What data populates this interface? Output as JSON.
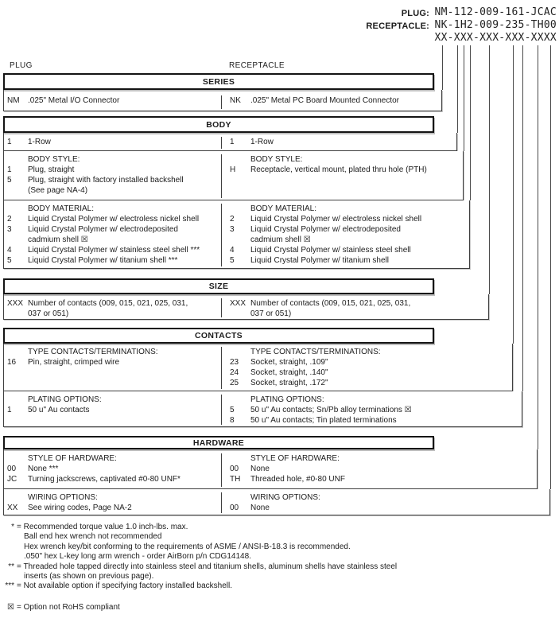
{
  "pn": {
    "plug_label": "PLUG:",
    "plug_value": "NM-112-009-161-JCAC",
    "receptacle_label": "RECEPTACLE:",
    "receptacle_value": "NK-1H2-009-235-TH00",
    "pattern": "XX-XXX-XXX-XXX-XXXX"
  },
  "labels": {
    "left_column": "PLUG",
    "right_column": "RECEPTACLE"
  },
  "series": {
    "title": "SERIES",
    "left": [
      {
        "code": "NM",
        "desc": ".025\" Metal I/O Connector"
      }
    ],
    "right": [
      {
        "code": "NK",
        "desc": ".025\" Metal PC Board Mounted Connector"
      }
    ]
  },
  "body": {
    "title": "BODY",
    "row_left": [
      {
        "code": "1",
        "desc": "1-Row"
      }
    ],
    "row_right": [
      {
        "code": "1",
        "desc": "1-Row"
      }
    ],
    "style_left": [
      {
        "code": "",
        "desc": "BODY STYLE:"
      },
      {
        "code": "1",
        "desc": "Plug, straight"
      },
      {
        "code": "5",
        "desc": "Plug, straight with factory installed backshell"
      },
      {
        "code": "",
        "desc": "(See page NA-4)"
      }
    ],
    "style_right": [
      {
        "code": "",
        "desc": "BODY STYLE:"
      },
      {
        "code": "H",
        "desc": "Receptacle, vertical mount, plated thru hole (PTH)"
      }
    ],
    "material_left": [
      {
        "code": "",
        "desc": "BODY MATERIAL:"
      },
      {
        "code": "2",
        "desc": "Liquid Crystal Polymer w/ electroless nickel shell"
      },
      {
        "code": "3",
        "desc": "Liquid Crystal Polymer w/ electrodeposited"
      },
      {
        "code": "",
        "desc": "cadmium shell  ☒"
      },
      {
        "code": "4",
        "desc": "Liquid Crystal Polymer w/ stainless steel shell ***"
      },
      {
        "code": "5",
        "desc": "Liquid Crystal Polymer w/ titanium shell ***"
      }
    ],
    "material_right": [
      {
        "code": "",
        "desc": "BODY MATERIAL:"
      },
      {
        "code": "2",
        "desc": "Liquid Crystal Polymer w/ electroless nickel shell"
      },
      {
        "code": "3",
        "desc": "Liquid Crystal Polymer w/ electrodeposited"
      },
      {
        "code": "",
        "desc": "cadmium shell  ☒"
      },
      {
        "code": "4",
        "desc": "Liquid Crystal Polymer w/ stainless steel shell"
      },
      {
        "code": "5",
        "desc": "Liquid Crystal Polymer w/ titanium shell"
      }
    ]
  },
  "size": {
    "title": "SIZE",
    "left": [
      {
        "code": "XXX",
        "desc": "Number of contacts (009, 015, 021, 025, 031,"
      },
      {
        "code": "",
        "desc": "037 or 051)"
      }
    ],
    "right": [
      {
        "code": "XXX",
        "desc": "Number of contacts (009, 015, 021, 025, 031,"
      },
      {
        "code": "",
        "desc": "037 or 051)"
      }
    ]
  },
  "contacts": {
    "title": "CONTACTS",
    "type_left": [
      {
        "code": "",
        "desc": "TYPE CONTACTS/TERMINATIONS:"
      },
      {
        "code": "16",
        "desc": "Pin, straight, crimped wire"
      }
    ],
    "type_right": [
      {
        "code": "",
        "desc": "TYPE CONTACTS/TERMINATIONS:"
      },
      {
        "code": "23",
        "desc": "Socket, straight, .109\""
      },
      {
        "code": "24",
        "desc": "Socket, straight, .140\""
      },
      {
        "code": "25",
        "desc": "Socket, straight, .172\""
      }
    ],
    "plating_left": [
      {
        "code": "",
        "desc": "PLATING OPTIONS:"
      },
      {
        "code": "1",
        "desc": "50 u\" Au contacts"
      }
    ],
    "plating_right": [
      {
        "code": "",
        "desc": "PLATING OPTIONS:"
      },
      {
        "code": "5",
        "desc": "50 u\" Au contacts; Sn/Pb alloy terminations  ☒"
      },
      {
        "code": "8",
        "desc": "50 u\" Au contacts; Tin plated terminations"
      }
    ]
  },
  "hardware": {
    "title": "HARDWARE",
    "style_left": [
      {
        "code": "",
        "desc": "STYLE OF HARDWARE:"
      },
      {
        "code": "00",
        "desc": "None  ***"
      },
      {
        "code": "JC",
        "desc": "Turning jackscrews, captivated #0-80 UNF*"
      }
    ],
    "style_right": [
      {
        "code": "",
        "desc": "STYLE OF HARDWARE:"
      },
      {
        "code": "00",
        "desc": "None"
      },
      {
        "code": "TH",
        "desc": "Threaded hole, #0-80 UNF"
      }
    ],
    "wiring_left": [
      {
        "code": "",
        "desc": "WIRING OPTIONS:"
      },
      {
        "code": "XX",
        "desc": "See wiring codes, Page NA-2"
      }
    ],
    "wiring_right": [
      {
        "code": "",
        "desc": "WIRING OPTIONS:"
      },
      {
        "code": "00",
        "desc": "None"
      }
    ]
  },
  "footnotes": {
    "notes": [
      {
        "code": "*",
        "desc": "= Recommended torque value 1.0 inch-lbs. max."
      },
      {
        "code": "",
        "desc": "Ball end hex wrench not recommended",
        "indent": true
      },
      {
        "code": "",
        "desc": "Hex wrench key/bit conforming to the requirements of ASME / ANSI-B-18.3 is recommended.",
        "indent": true
      },
      {
        "code": "",
        "desc": ".050\" hex L-key long arm wrench - order AirBorn p/n CDG14148.",
        "indent": true
      },
      {
        "code": "**",
        "desc": "= Threaded hole tapped directly into stainless steel and titanium shells, aluminum shells have stainless steel"
      },
      {
        "code": "",
        "desc": "inserts (as shown on previous page).",
        "indent": true
      },
      {
        "code": "***",
        "desc": "= Not available option if specifying factory installed backshell."
      }
    ],
    "rohs": [
      {
        "code": "☒",
        "desc": "= Option not RoHS compliant"
      }
    ]
  }
}
